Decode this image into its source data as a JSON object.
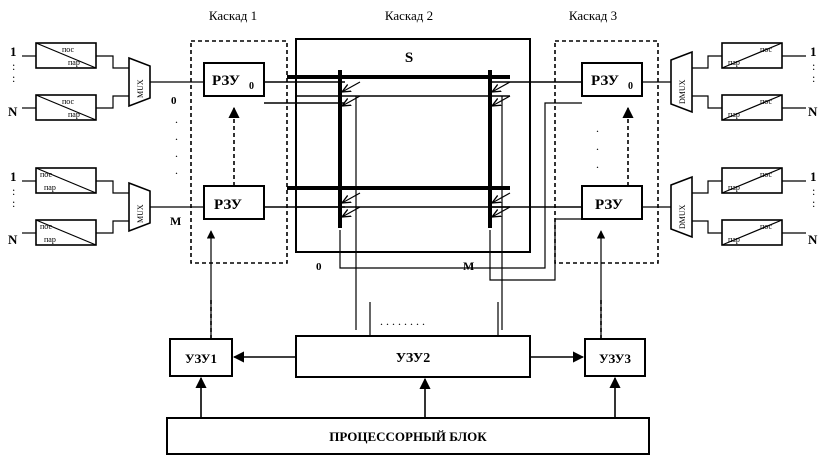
{
  "cascades": [
    "Каскад 1",
    "Каскад 2",
    "Каскад 3"
  ],
  "switch_label": "S",
  "ram_top": "РЗУ",
  "ram_top_sub": "0",
  "ram_bottom": "РЗУ",
  "mux": "MUX",
  "demux": "DMUX",
  "converter_top": "пос",
  "converter_bottom": "пар",
  "port_first": "1",
  "port_last": "N",
  "index_zero": "0",
  "index_m": "M",
  "ellipsis_h": ". . . . . . . .",
  "controllers": [
    "УЗУ1",
    "УЗУ2",
    "УЗУ3"
  ],
  "processor": "ПРОЦЕССОРНЫЙ БЛОК"
}
